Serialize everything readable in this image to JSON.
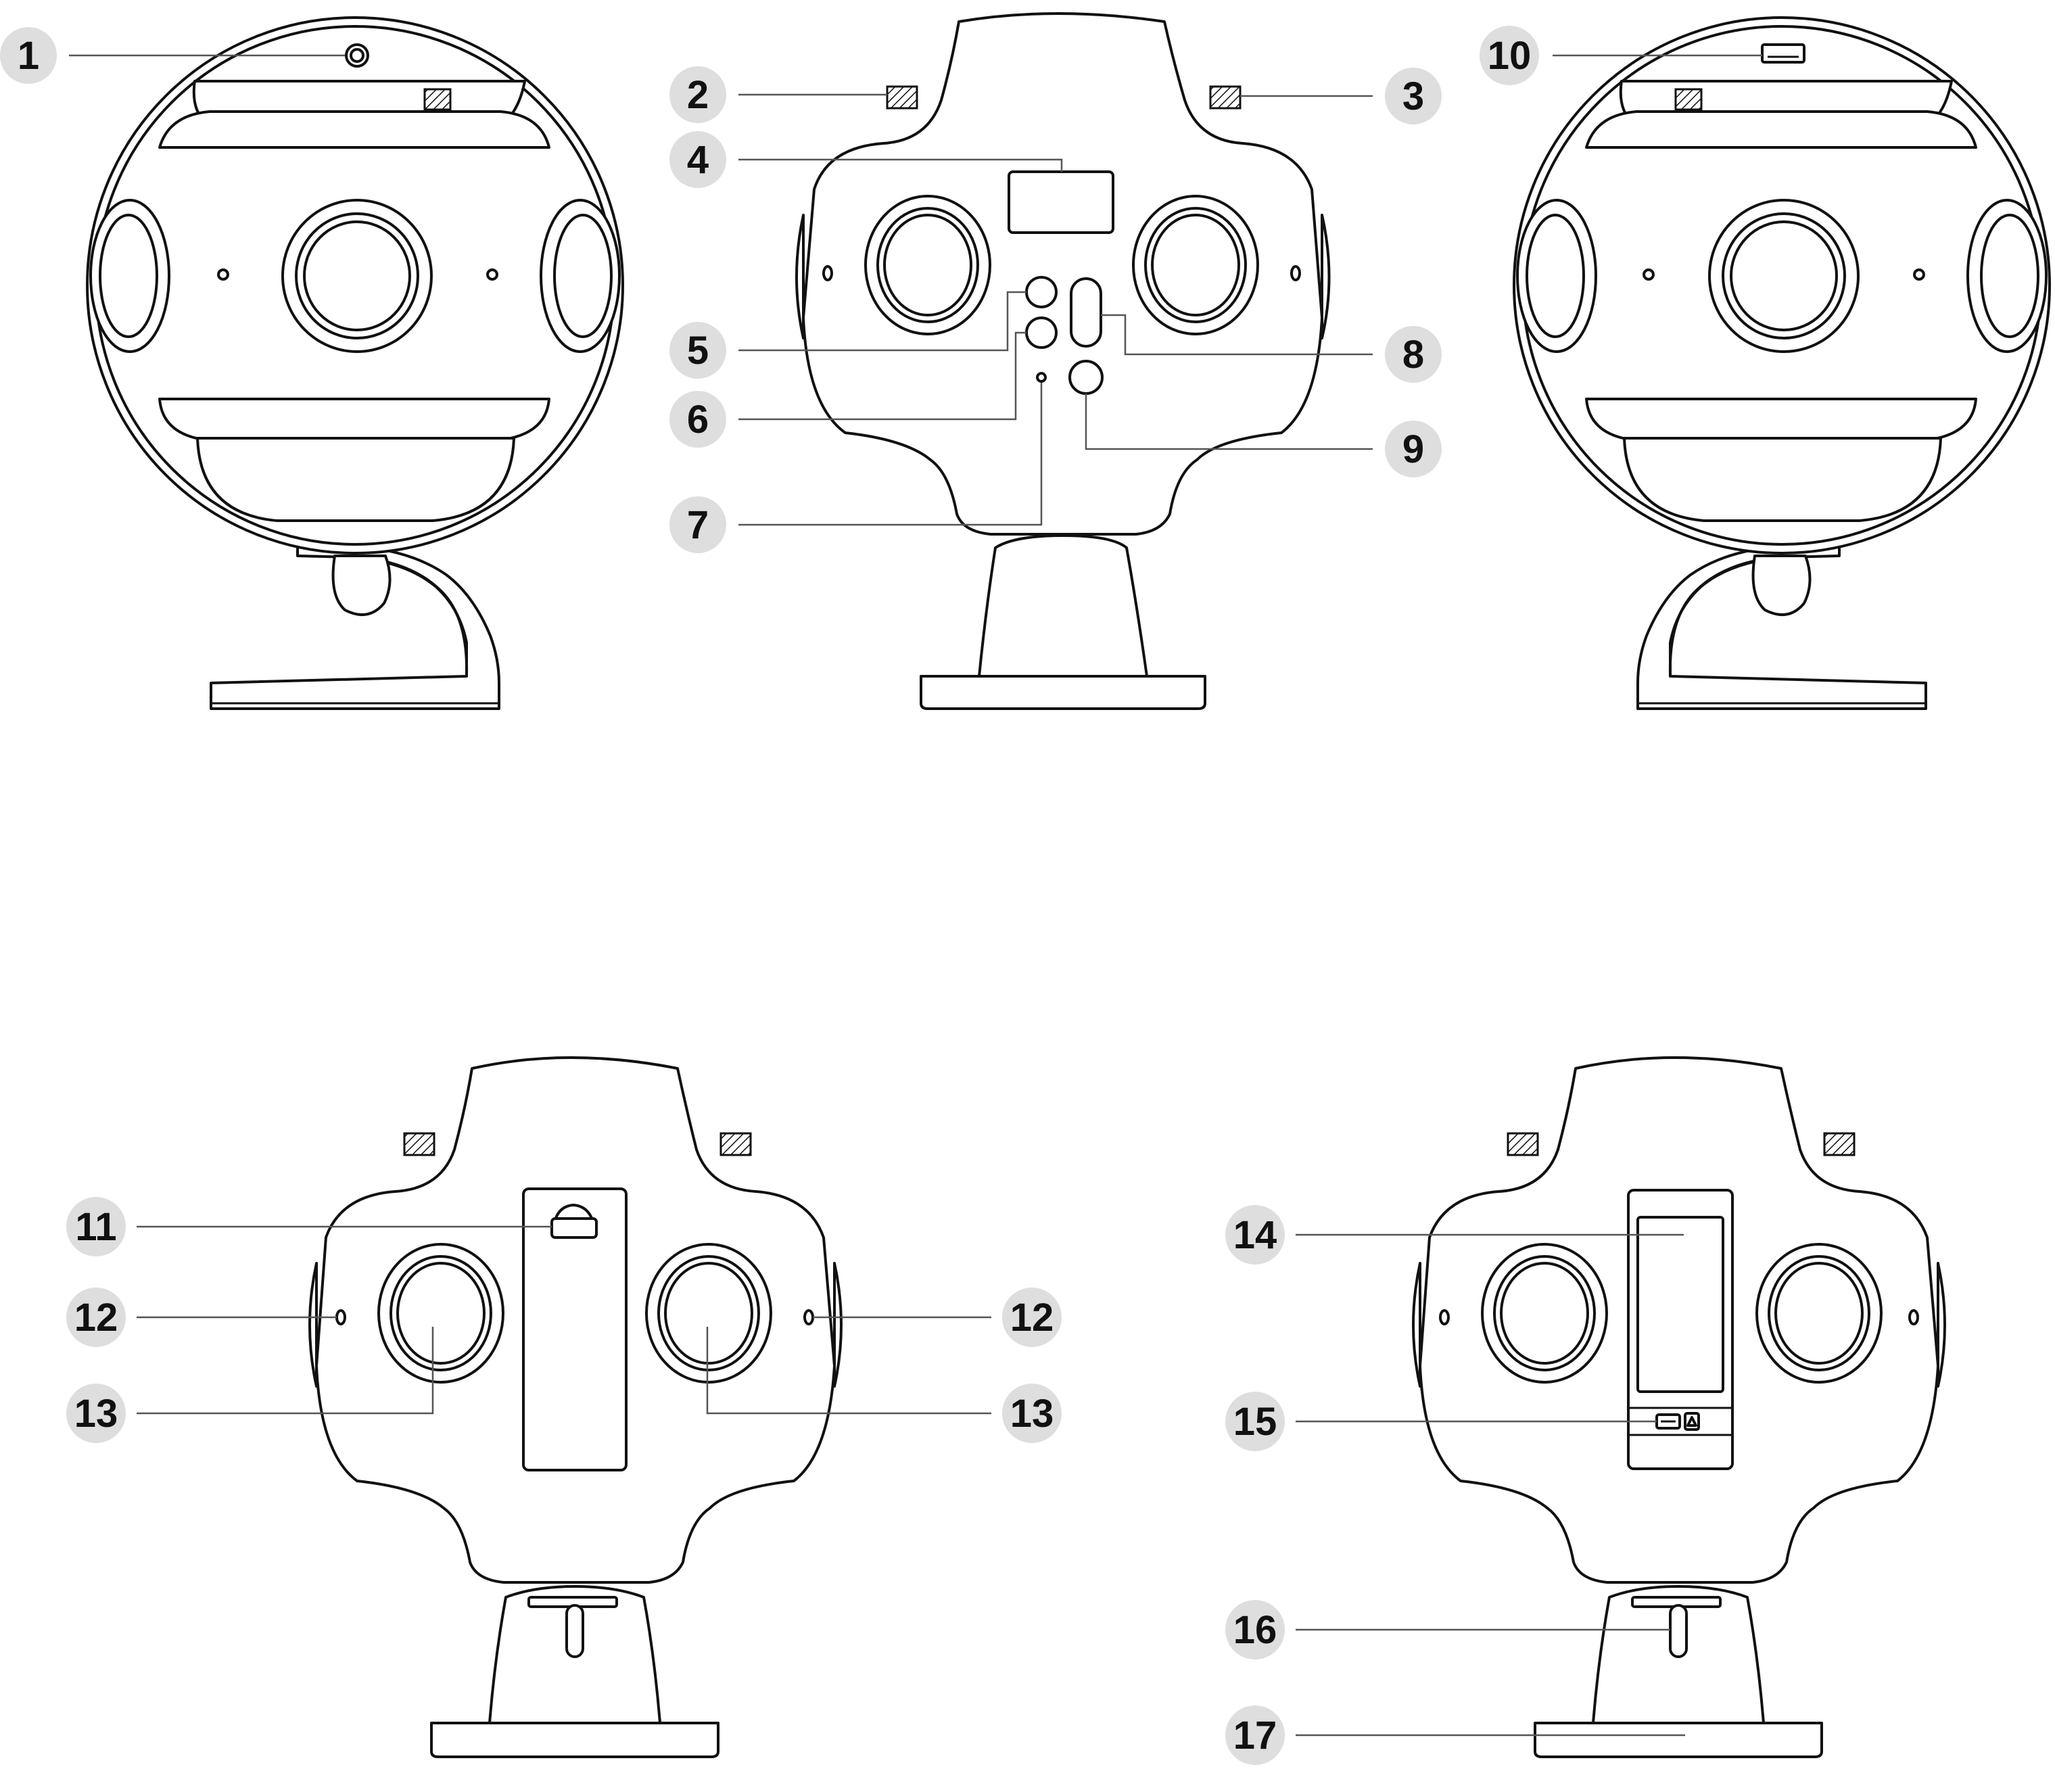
{
  "palette": {
    "line": "#111111",
    "leader": "#555555",
    "badge": "#dedede",
    "background": "#ffffff"
  },
  "callouts": [
    {
      "id": "c1",
      "label": "1"
    },
    {
      "id": "c2",
      "label": "2"
    },
    {
      "id": "c3",
      "label": "3"
    },
    {
      "id": "c4",
      "label": "4"
    },
    {
      "id": "c5",
      "label": "5"
    },
    {
      "id": "c6",
      "label": "6"
    },
    {
      "id": "c7",
      "label": "7"
    },
    {
      "id": "c8",
      "label": "8"
    },
    {
      "id": "c9",
      "label": "9"
    },
    {
      "id": "c10",
      "label": "10"
    },
    {
      "id": "c11",
      "label": "11"
    },
    {
      "id": "c12a",
      "label": "12"
    },
    {
      "id": "c12b",
      "label": "12"
    },
    {
      "id": "c13a",
      "label": "13"
    },
    {
      "id": "c13b",
      "label": "13"
    },
    {
      "id": "c14",
      "label": "14"
    },
    {
      "id": "c15",
      "label": "15"
    },
    {
      "id": "c16",
      "label": "16"
    },
    {
      "id": "c17",
      "label": "17"
    }
  ]
}
